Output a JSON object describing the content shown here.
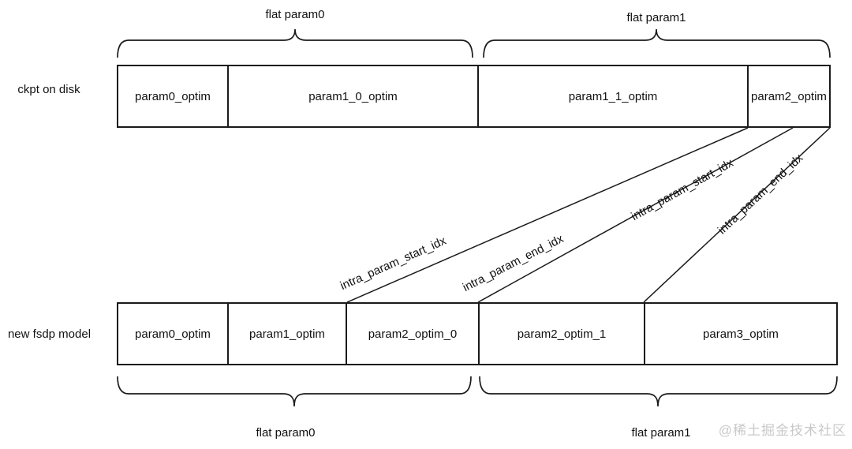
{
  "diagram": {
    "top_row": {
      "side_label": "ckpt on disk",
      "brace_labels": [
        "flat param0",
        "flat param1"
      ],
      "segments": [
        "param0_optim",
        "param1_0_optim",
        "param1_1_optim",
        "param2_optim"
      ]
    },
    "bottom_row": {
      "side_label": "new fsdp model",
      "brace_labels": [
        "flat param0",
        "flat param1"
      ],
      "segments": [
        "param0_optim",
        "param1_optim",
        "param2_optim_0",
        "param2_optim_1",
        "param3_optim"
      ]
    },
    "connector_labels": [
      "intra_param_start_idx",
      "intra_param_end_idx",
      "intra_param_start_idx",
      "intra_param_end_idx"
    ],
    "watermark": "@稀土掘金技术社区",
    "colors": {
      "line": "#1a1a1a",
      "text": "#111111",
      "watermark": "#c9c9c9",
      "background": "#ffffff"
    }
  }
}
